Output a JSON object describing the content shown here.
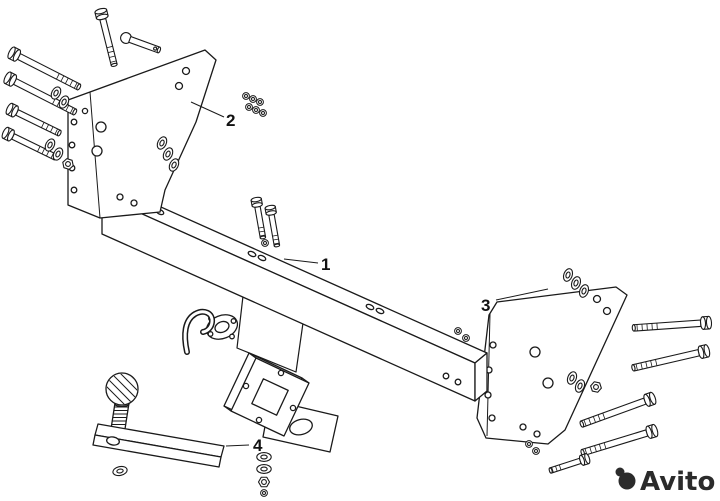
{
  "page": {
    "background": "#ffffff"
  },
  "diagram": {
    "line_color": "#1a1a1a",
    "labels": {
      "part_1": "1",
      "part_2": "2",
      "part_3": "3",
      "part_4": "4"
    }
  },
  "watermark": {
    "text": "Avito",
    "color": "#2b2b2b"
  }
}
